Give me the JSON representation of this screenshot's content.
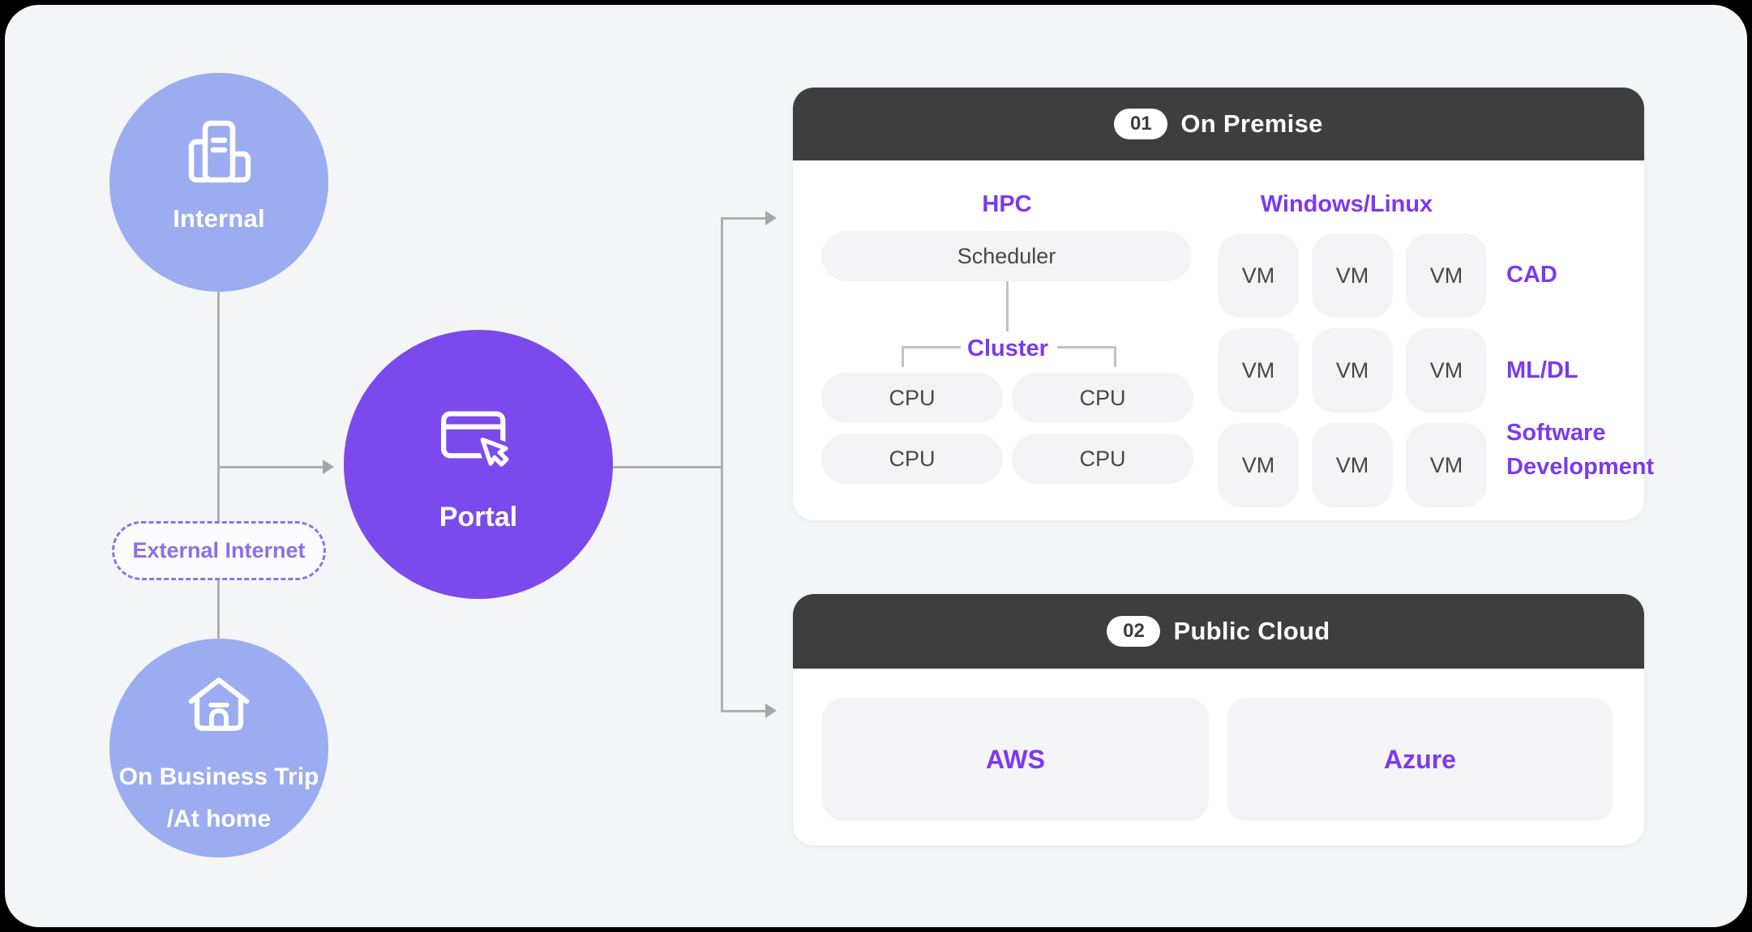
{
  "colors": {
    "canvas_bg": "#F4F5F7",
    "node_fill": "#9BACF0",
    "portal_fill": "#7C4AEC",
    "accent_purple": "#7C3AED",
    "external_purple": "#8A70E8",
    "header_dark": "#3E3E3E",
    "box_gray": "#F4F4F6",
    "connector_gray": "#AFAFAF"
  },
  "nodes": {
    "internal": {
      "label": "Internal"
    },
    "business_trip": {
      "lines": [
        "On Business Trip",
        "/At home"
      ]
    },
    "external_internet": {
      "label": "External Internet"
    },
    "portal": {
      "label": "Portal"
    }
  },
  "on_premise": {
    "badge": "01",
    "title": "On Premise",
    "hpc": {
      "title": "HPC",
      "scheduler": "Scheduler",
      "cluster": "Cluster",
      "cpus": [
        "CPU",
        "CPU",
        "CPU",
        "CPU"
      ]
    },
    "windows_linux": {
      "title": "Windows/Linux",
      "rows": [
        {
          "vms": [
            "VM",
            "VM",
            "VM"
          ],
          "label": "CAD"
        },
        {
          "vms": [
            "VM",
            "VM",
            "VM"
          ],
          "label": "ML/DL"
        },
        {
          "vms": [
            "VM",
            "VM",
            "VM"
          ],
          "label": "Software Development",
          "label_lines": [
            "Software",
            "Development"
          ]
        }
      ]
    }
  },
  "public_cloud": {
    "badge": "02",
    "title": "Public Cloud",
    "providers": [
      "AWS",
      "Azure"
    ]
  }
}
